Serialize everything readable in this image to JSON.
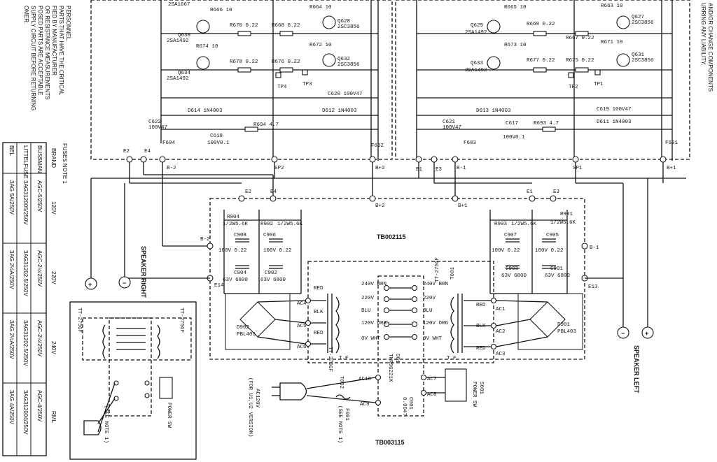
{
  "left_notes": [
    "PERSONNEL.",
    "PARTS THAT HAVE THE CRITICAL",
    "FIED BY MANUFACTURER",
    "OR RESISTANCE MEASUREMENTS",
    "POSED PARTS ARE ACCEPTABLE",
    "SUPPLY CIRCUIT BEFORE RETURNING",
    "OMER."
  ],
  "right_notes": [
    "AND/OR CHANGE COMPONENTS",
    "URRING ANY LIABILITY."
  ],
  "fuse_table": {
    "title": "FUSES NOTE 1",
    "headers": [
      "BRAND",
      "120V",
      "220V",
      "240V",
      "RML"
    ],
    "rows": [
      [
        "BUSSMAN",
        "AGC-5/250V",
        "AGC-2½/250V",
        "AGC-2½/250V",
        "AGC-4/250V"
      ],
      [
        "LITTELFUSE",
        "3AG312005/250V",
        "3AG31202.5/250V",
        "3AG31202.5/250V",
        "3AG312004/250V"
      ],
      [
        "BEL",
        "3AG 5A/250V",
        "3AG 2½A/250V",
        "3AG 2½A/250V",
        "3AG 4A/250V"
      ]
    ]
  },
  "boards": {
    "tb1": "TB002115",
    "tb2": "TB003115"
  },
  "labels": {
    "speaker_right": "SPEAKER RIGHT",
    "speaker_left": "SPEAKER LEFT",
    "power_sw": "POWER SW",
    "ac120": "AC120V",
    "for_version": "(FOR U1,U2 VERSION)",
    "see_note": "(SEE NOTE 1)",
    "s001": "S001",
    "f001": "F001",
    "c001": "C001",
    "c001v": "0.0047",
    "d01": "D01",
    "d01p": "TNR9G221K",
    "t002": "T002",
    "t001": "T001",
    "tt": "TT-275GF",
    "pbl403_l": "PBL403",
    "pbl403_r": "PBL403",
    "d902": "D902",
    "d901": "D901"
  },
  "top_left": {
    "q_a": "2SA1667",
    "r666": "R666 10",
    "r664": "R664 10",
    "r670": "R670 0.22",
    "r668": "R668 0.22",
    "q628": "Q628",
    "q628p": "2SC3856",
    "q630": "Q630",
    "q630p": "2SA1492",
    "r674": "R674 10",
    "r672": "R672 10",
    "r678": "R678 0.22",
    "r676": "R676 0.22",
    "q632": "Q632",
    "q632p": "2SC3856",
    "q634": "Q634",
    "q634p": "2SA1492",
    "tp4": "TP4",
    "tp3": "TP3",
    "c620": "C620 100V47",
    "d614": "D614 1N4003",
    "d612": "D612 1N4003",
    "r694": "R694 4.7",
    "c618": "C618",
    "c618v": "100V0.1",
    "c622": "C622",
    "c622v": "100V47",
    "f604": "F604",
    "f602": "F602",
    "e2": "E2",
    "e4": "E4",
    "b2m": "B-2",
    "sp2": "SP2",
    "b2p": "B+2"
  },
  "top_right": {
    "r665": "R665 10",
    "r663": "R663 10",
    "q629": "Q629",
    "q629p": "2SA1492",
    "r669": "R669 0.22",
    "r667": "R667 0.22",
    "q627": "Q627",
    "q627p": "2SC3856",
    "r673": "R673 10",
    "r671": "R671 10",
    "q633": "Q633",
    "q633p": "2SA1492",
    "r677": "R677 0.22",
    "r675": "R675 0.22",
    "q631": "Q631",
    "q631p": "2SC3856",
    "tp2": "TP2",
    "tp1": "TP1",
    "c619": "C619 100V47",
    "d613": "D613 1N4003",
    "d611": "D611 1N4003",
    "r693": "R693 4.7",
    "c617": "C617",
    "c617v": "100V0.1",
    "c621": "C621",
    "c621v": "100V47",
    "f603": "F603",
    "f601": "F601",
    "e1": "E1",
    "e3": "E3",
    "b1m": "B-1",
    "sp1": "SP1",
    "b1p": "B+1"
  },
  "mid_board": {
    "e2": "E2",
    "e4": "E4",
    "e1": "E1",
    "e3": "E3",
    "r904": "R904",
    "r904v": "1/2W5.6K",
    "r902": "R902",
    "r902v": "1/2W5.6K",
    "r903": "R903",
    "r903v": "1/2W5.6K",
    "r901": "R901",
    "r901v": "1/2W5.6K",
    "c908": "C908",
    "c906": "C906",
    "c907": "C907",
    "c905": "C905",
    "c904": "C904",
    "c902": "C902",
    "c903": "C903",
    "c901": "C901",
    "v100_022": "100V 0.22",
    "v63_6800": "63V 6800",
    "b2p": "B+2",
    "b2m": "B-2",
    "b1p": "B+1",
    "b1m": "B-1",
    "e14": "E14",
    "e13": "E13"
  },
  "transformer_pins": {
    "left": [
      "240V BRN",
      "220V",
      "BLU",
      "120V ORG",
      "0V WHT"
    ],
    "right": [
      "240V BRN",
      "220V",
      "BLU",
      "120V ORG",
      "0V WHT"
    ],
    "ac_left": [
      "AC4",
      "AC5",
      "AC6"
    ],
    "ac_right": [
      "AC1",
      "AC2",
      "AC3"
    ],
    "col_left": [
      "RED",
      "BLK",
      "RED"
    ],
    "col_right": [
      "RED",
      "BLK",
      "RED"
    ],
    "ac_bottom": [
      "AC10",
      "AC9",
      "AC7",
      "AC8"
    ],
    "tf": "T.F"
  }
}
